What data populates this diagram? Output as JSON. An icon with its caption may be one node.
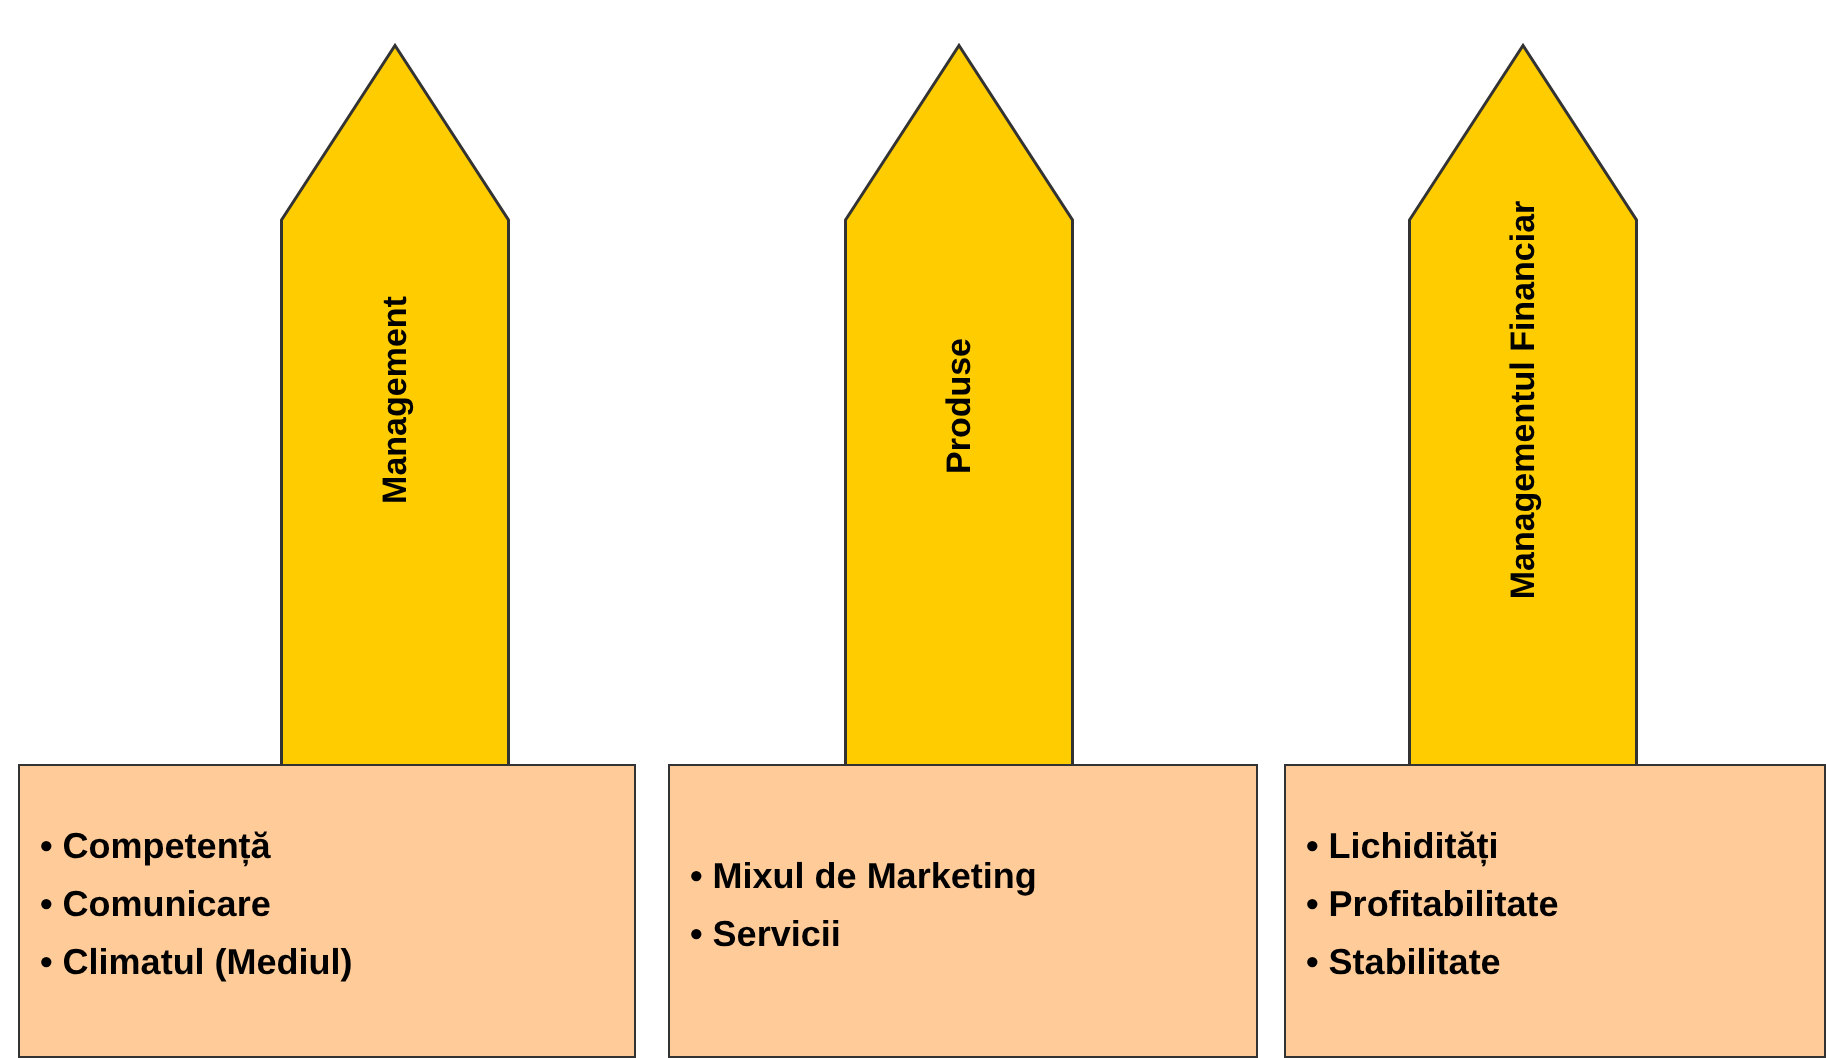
{
  "diagram": {
    "nodes": [
      {
        "text": [
          "Management"
        ]
      },
      {
        "text": [
          "Produse"
        ]
      },
      {
        "text": [
          "Managementul Financiar"
        ]
      },
      {
        "text": [
          "• Competență",
          "• Comunicare",
          "• Climatul (Mediul)"
        ]
      },
      {
        "text": [
          "• Mixul de Marketing",
          "• Servicii"
        ]
      },
      {
        "text": [
          "• Lichidități",
          "• Profitabilitate",
          "• Stabilitate"
        ]
      }
    ]
  }
}
